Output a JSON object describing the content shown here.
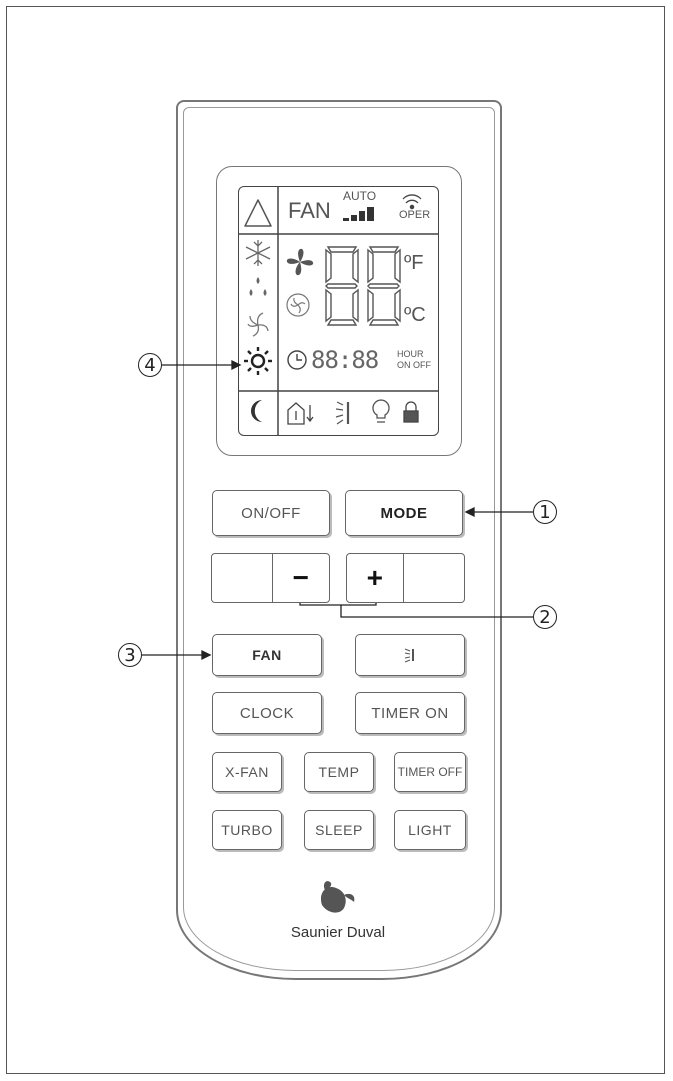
{
  "lcd": {
    "fan_label": "FAN",
    "auto_label": "AUTO",
    "oper_label": "OPER",
    "temp_digits": "88",
    "unit_f": "ºF",
    "unit_c": "ºC",
    "clock_digits": "88:88",
    "hour_label": "HOUR",
    "on_off_label": "ON OFF"
  },
  "buttons": {
    "on_off": "ON/OFF",
    "mode": "MODE",
    "minus": "−",
    "plus": "+",
    "fan": "FAN",
    "clock": "CLOCK",
    "timer_on": "TIMER ON",
    "x_fan": "X-FAN",
    "temp": "TEMP",
    "timer_off": "TIMER OFF",
    "turbo": "TURBO",
    "sleep": "SLEEP",
    "light": "LIGHT"
  },
  "callouts": {
    "c1": "1",
    "c2": "2",
    "c3": "3",
    "c4": "4"
  },
  "brand": {
    "name": "Saunier Duval"
  }
}
